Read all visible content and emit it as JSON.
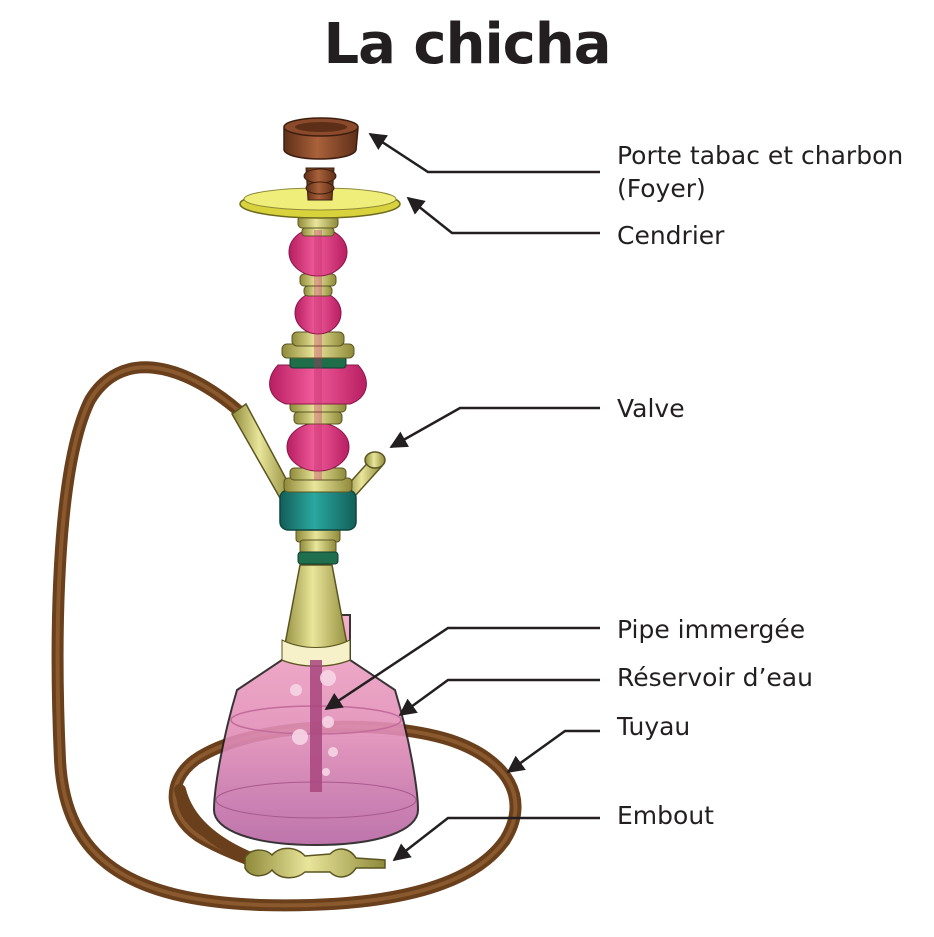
{
  "title": "La chicha",
  "labels": {
    "foyer": "Porte tabac et charbon",
    "foyer_sub": "(Foyer)",
    "cendrier": "Cendrier",
    "valve": "Valve",
    "pipe": "Pipe immergée",
    "reservoir": "Réservoir d’eau",
    "tuyau": "Tuyau",
    "embout": "Embout"
  },
  "colors": {
    "brass": "#d6d27a",
    "pink": "#e2367f",
    "teal": "#1e8a82",
    "hose": "#6a3f1c",
    "bowl": "#8b4a2b",
    "tray": "#e6e44a",
    "vase": "#d98ab6"
  }
}
